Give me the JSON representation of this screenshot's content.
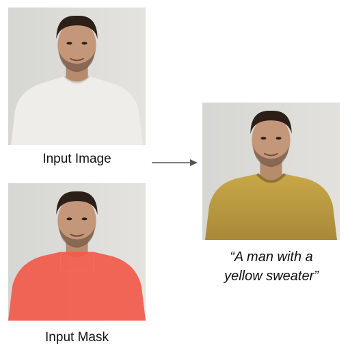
{
  "input_image": {
    "label": "Input Image"
  },
  "input_mask": {
    "label": "Input Mask"
  },
  "output": {
    "caption_line1": "“A man with a",
    "caption_line2": "yellow sweater”"
  },
  "colors": {
    "background_wall": "#dcdcd9",
    "white_shirt": "#eeedea",
    "mask_overlay": "#f15a4a",
    "yellow_sweater": "#b99a3c",
    "arrow": "#555555"
  }
}
